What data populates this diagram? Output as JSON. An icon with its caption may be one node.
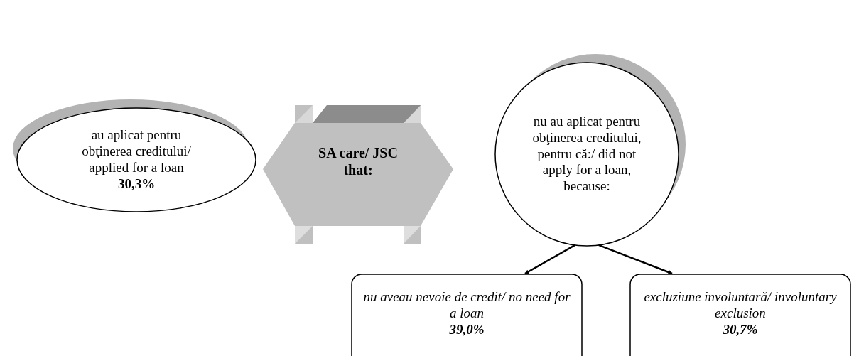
{
  "diagram": {
    "nodes": [
      {
        "text": [
          "au aplicat pentru obţinerea creditului/ applied for a loan",
          "30,3%"
        ]
      },
      {
        "text": [
          "SA care/ JSC that:"
        ]
      },
      {
        "text": [
          "nu au aplicat pentru obţinerea creditului, pentru că:/ did not apply for a loan, because:"
        ]
      },
      {
        "text": [
          "nu aveau nevoie de credit/ no need for a loan",
          "39,0%"
        ]
      },
      {
        "text": [
          "excluziune involuntară/ involuntary exclusion",
          "30,7%"
        ]
      }
    ],
    "edges": [
      {
        "from": 2,
        "to": 3,
        "arrow": "to"
      },
      {
        "from": 2,
        "to": 4,
        "arrow": "to"
      }
    ]
  }
}
